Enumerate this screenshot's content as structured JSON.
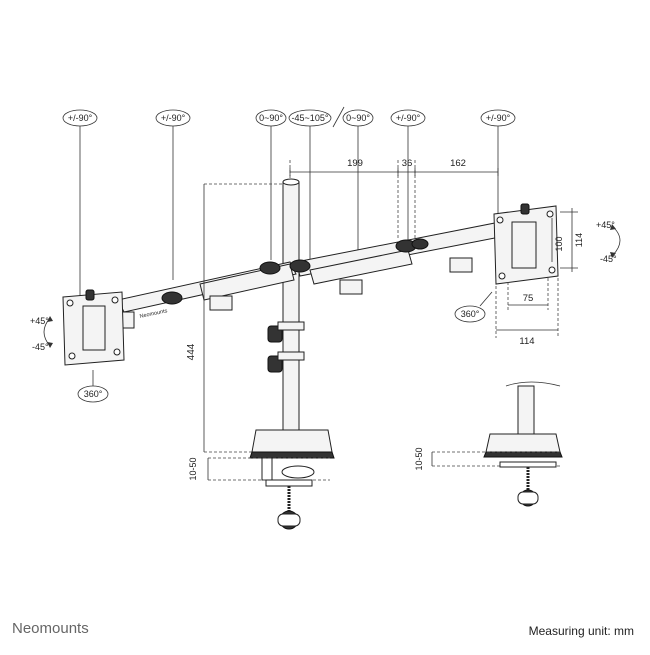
{
  "labels": {
    "rot_left_arm": "+/-90°",
    "rot_left_inner": "+/-90°",
    "rot_pole_left": "0~90°",
    "rot_center": "-45~105°",
    "rot_pole_right": "0~90°",
    "rot_right_inner": "+/-90°",
    "rot_right_arm": "+/-90°",
    "tilt_left_up": "+45°",
    "tilt_left_down": "-45°",
    "tilt_right_up": "+45°",
    "tilt_right_down": "-45°",
    "swivel_left": "360°",
    "swivel_right": "360°"
  },
  "dimensions": {
    "d199": "199",
    "d36": "36",
    "d162": "162",
    "d444": "444",
    "clamp_left": "10-50",
    "clamp_right": "10-50",
    "vesa_h_small": "100",
    "vesa_h_large": "114",
    "vesa_w_small": "75",
    "vesa_w_large": "114"
  },
  "arm_brand": "Neomounts",
  "footer": {
    "brand": "Neomounts",
    "unit": "Measuring unit: mm"
  }
}
